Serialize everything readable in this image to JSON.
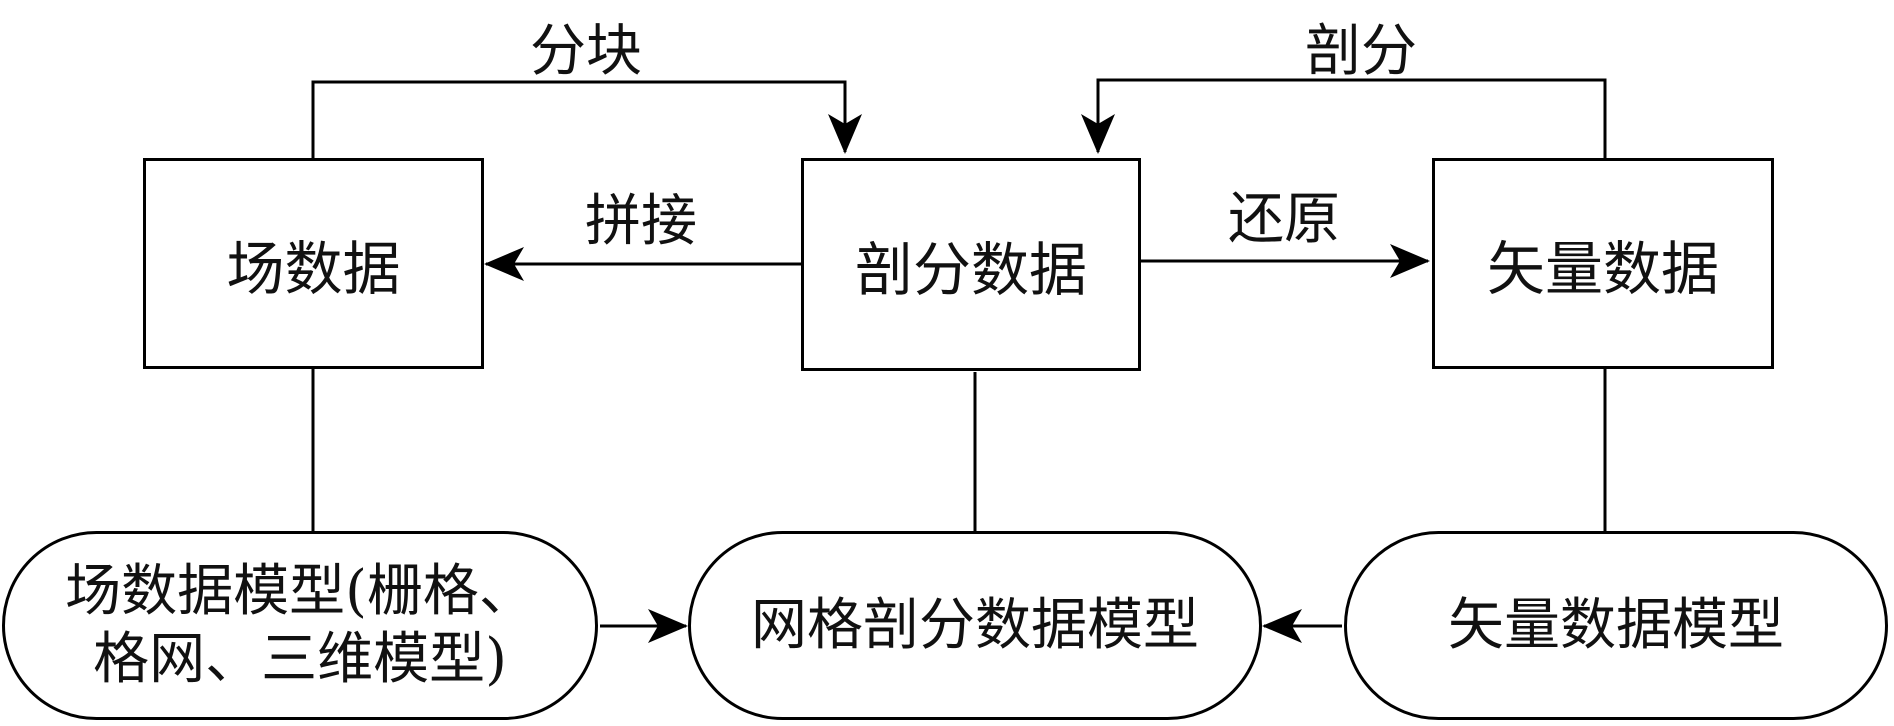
{
  "nodes": {
    "field_data": "场数据",
    "partition_data": "剖分数据",
    "vector_data": "矢量数据",
    "field_model_line1": "场数据模型(栅格、",
    "field_model_line2": "格网、三维模型)",
    "grid_model": "网格剖分数据模型",
    "vector_model": "矢量数据模型"
  },
  "edges": {
    "split": "分块",
    "partition": "剖分",
    "stitch": "拼接",
    "restore": "还原"
  }
}
